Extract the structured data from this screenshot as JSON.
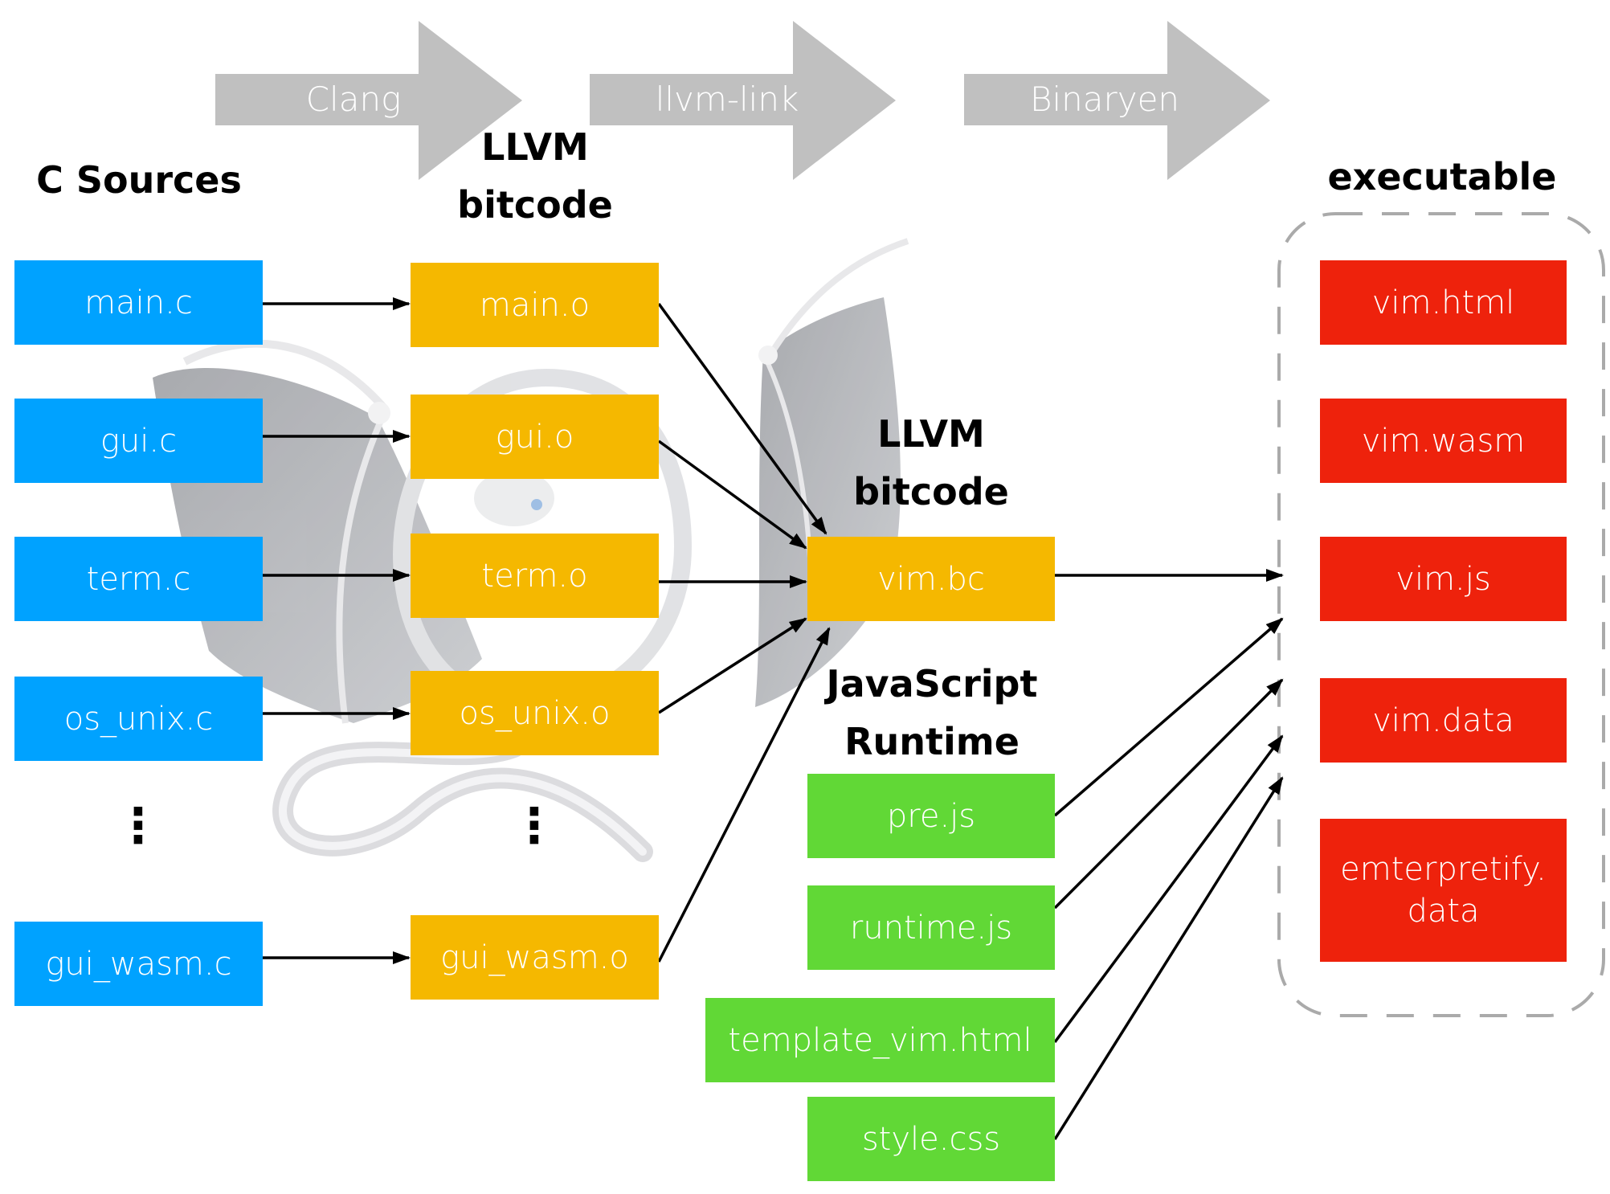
{
  "colors": {
    "source": "#00a2ff",
    "object": "#f5b800",
    "runtime": "#61d836",
    "output": "#ee220c",
    "stage_arrow": "#c0c0c0",
    "container_border": "#aaaaaa",
    "connector": "#000000"
  },
  "stages": [
    {
      "label": "Clang"
    },
    {
      "label": "llvm-link"
    },
    {
      "label": "Binaryen"
    }
  ],
  "headings": {
    "c_sources": "C Sources",
    "llvm_bitcode_objects": "LLVM\nbitcode",
    "llvm_bitcode_linked": "LLVM\nbitcode",
    "javascript_runtime": "JavaScript\nRuntime",
    "executable": "executable"
  },
  "c_sources": [
    {
      "label": "main.c"
    },
    {
      "label": "gui.c"
    },
    {
      "label": "term.c"
    },
    {
      "label": "os_unix.c"
    },
    {
      "label": "gui_wasm.c"
    }
  ],
  "objects": [
    {
      "label": "main.o"
    },
    {
      "label": "gui.o"
    },
    {
      "label": "term.o"
    },
    {
      "label": "os_unix.o"
    },
    {
      "label": "gui_wasm.o"
    }
  ],
  "ellipsis": "⋮",
  "linked": {
    "label": "vim.bc"
  },
  "runtime_files": [
    {
      "label": "pre.js"
    },
    {
      "label": "runtime.js"
    },
    {
      "label": "template_vim.html"
    },
    {
      "label": "style.css"
    }
  ],
  "outputs": [
    {
      "label": "vim.html"
    },
    {
      "label": "vim.wasm"
    },
    {
      "label": "vim.js"
    },
    {
      "label": "vim.data"
    },
    {
      "label": "emterpretify.\ndata"
    }
  ],
  "edges": [
    {
      "from": "main.c",
      "to": "main.o"
    },
    {
      "from": "gui.c",
      "to": "gui.o"
    },
    {
      "from": "term.c",
      "to": "term.o"
    },
    {
      "from": "os_unix.c",
      "to": "os_unix.o"
    },
    {
      "from": "gui_wasm.c",
      "to": "gui_wasm.o"
    },
    {
      "from": "main.o",
      "to": "vim.bc"
    },
    {
      "from": "gui.o",
      "to": "vim.bc"
    },
    {
      "from": "term.o",
      "to": "vim.bc"
    },
    {
      "from": "os_unix.o",
      "to": "vim.bc"
    },
    {
      "from": "gui_wasm.o",
      "to": "vim.bc"
    },
    {
      "from": "vim.bc",
      "to": "executable"
    },
    {
      "from": "pre.js",
      "to": "executable"
    },
    {
      "from": "runtime.js",
      "to": "executable"
    },
    {
      "from": "template_vim.html",
      "to": "executable"
    },
    {
      "from": "style.css",
      "to": "executable"
    }
  ]
}
